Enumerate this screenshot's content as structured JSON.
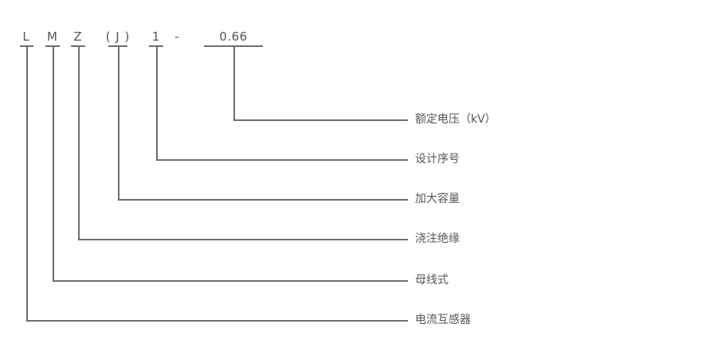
{
  "diagram": {
    "title": "product-model-designation",
    "separator": {
      "char": "-"
    },
    "parts": [
      {
        "char": "L",
        "label": "电流互感器"
      },
      {
        "char": "M",
        "label": "母线式"
      },
      {
        "char": "Z",
        "label": "浇注绝缘"
      },
      {
        "char": "( J )",
        "label": "加大容量"
      },
      {
        "char": "1",
        "label": "设计序号"
      },
      {
        "char": "0.66",
        "label": "额定电压（kV）"
      }
    ],
    "colors": {
      "line": "#6e6e6e",
      "text": "#565656",
      "background": "#ffffff"
    }
  }
}
